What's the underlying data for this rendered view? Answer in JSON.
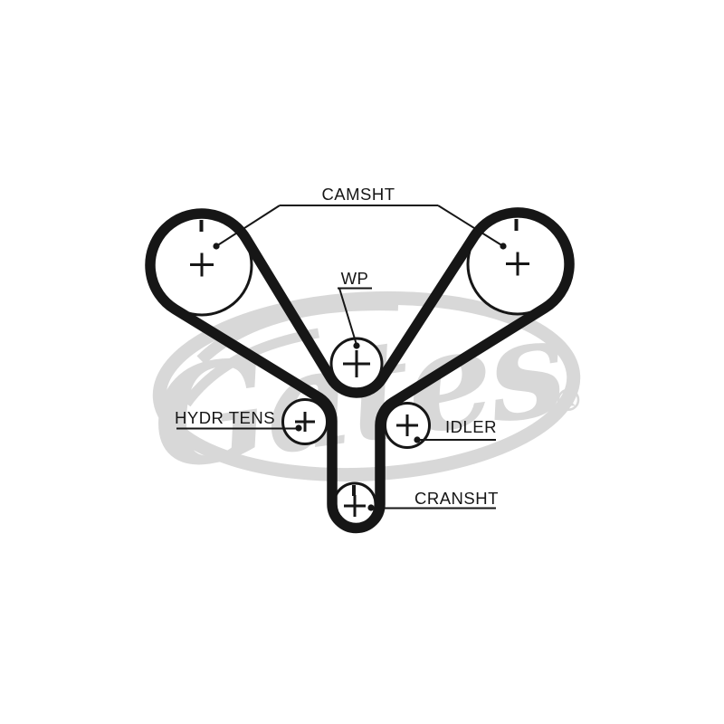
{
  "diagram": {
    "type": "timing-belt-routing-diagram",
    "brand_watermark": "Gates",
    "registered_mark": "®",
    "labels": {
      "camshaft": "CAMSHT",
      "water_pump": "WP",
      "hydraulic_tensioner": "HYDR TENS",
      "idler": "IDLER",
      "crankshaft": "CRANSHT"
    },
    "colors": {
      "line": "#161616",
      "watermark": "#d8d8d8",
      "background": "#ffffff"
    }
  }
}
